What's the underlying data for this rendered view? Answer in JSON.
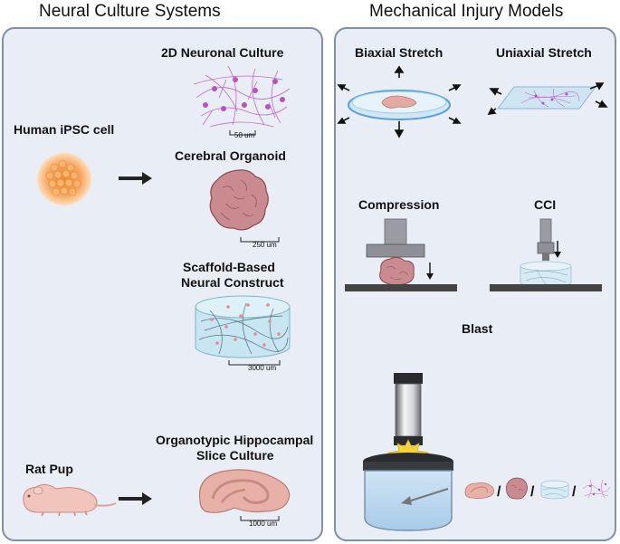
{
  "left_panel": {
    "title": "Neural Culture Systems",
    "source_human": "Human iPSC cell",
    "source_rat": "Rat Pup",
    "cultures": [
      {
        "label": "2D Neuronal Culture",
        "scale": "50 um"
      },
      {
        "label": "Cerebral Organoid",
        "scale": "250 um"
      },
      {
        "label_line1": "Scaffold-Based",
        "label_line2": "Neural Construct",
        "scale": "3000 um"
      },
      {
        "label_line1": "Organotypic Hippocampal",
        "label_line2": "Slice Culture",
        "scale": "1000 um"
      }
    ]
  },
  "right_panel": {
    "title": "Mechanical Injury Models",
    "models": [
      "Biaxial Stretch",
      "Uniaxial Stretch",
      "Compression",
      "CCI",
      "Blast"
    ],
    "separator": "/"
  },
  "colors": {
    "panel_fill": "#e9edf6",
    "panel_border": "#7f8fae",
    "neuron": "#c26ac9",
    "tissue": "#d99a9a",
    "scaffold": "#c7e6f2",
    "cell": "#f2a65a"
  }
}
